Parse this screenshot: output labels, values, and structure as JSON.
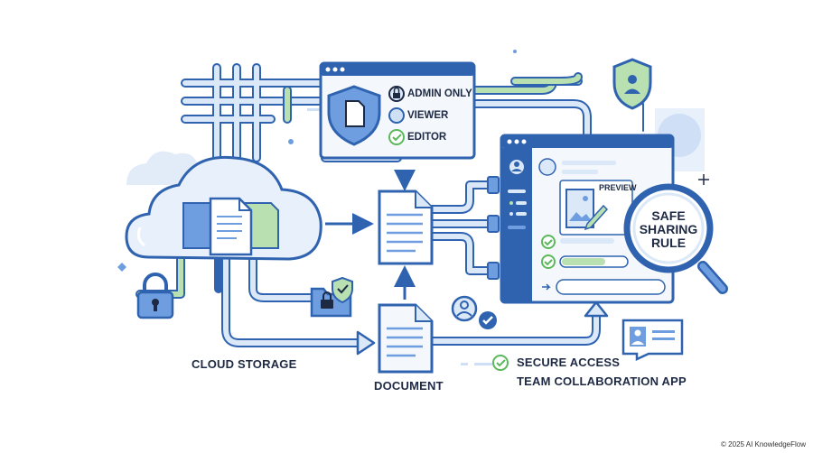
{
  "permissions_panel": {
    "items": [
      {
        "label": "ADMIN ONLY",
        "icon": "lock-icon"
      },
      {
        "label": "VIEWER",
        "icon": "circle-icon"
      },
      {
        "label": "EDITOR",
        "icon": "check-icon"
      }
    ]
  },
  "app_window": {
    "preview_label": "PREVIEW"
  },
  "magnifier": {
    "line1": "SAFE",
    "line2": "SHARING",
    "line3": "RULE"
  },
  "labels": {
    "cloud_storage": "CLOUD STORAGE",
    "document": "DOCUMENT",
    "secure_access": "SECURE ACCESS",
    "team_app": "TEAM COLLABORATION APP"
  },
  "footer": {
    "copyright": "© 2025 AI KnowledgeFlow"
  },
  "colors": {
    "outline": "#2f63b0",
    "fill_light": "#dbe8f8",
    "fill_mid": "#6f9ee0",
    "accent_green": "#5cb85c",
    "pipe_green": "#b8e0b0",
    "text_dark": "#1e2a44"
  }
}
